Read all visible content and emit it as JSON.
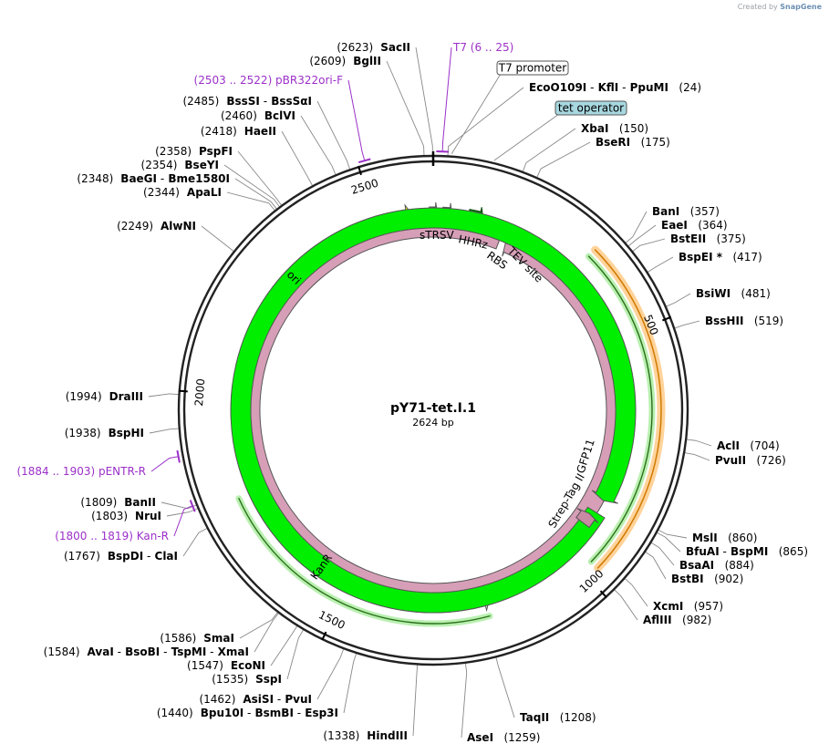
{
  "credit": {
    "prefix": "Created by",
    "brand": "SnapGene"
  },
  "plasmid": {
    "name": "pY71-tet.I.1",
    "length_label": "2624 bp",
    "length": 2624
  },
  "ticks": [
    {
      "label": "500",
      "pos": 500
    },
    {
      "label": "1000",
      "pos": 1000
    },
    {
      "label": "1500",
      "pos": 1500
    },
    {
      "label": "2000",
      "pos": 2000
    },
    {
      "label": "2500",
      "pos": 2500
    }
  ],
  "features": [
    {
      "id": "ori",
      "label": "ori",
      "start": 2240,
      "end": 2585,
      "dir": "cw",
      "color": "#ffff00",
      "stroke": "#555555"
    },
    {
      "id": "kanr",
      "label": "KanR",
      "start": 1800,
      "end": 1185,
      "dir": "ccw",
      "color": "#ccffcc",
      "stroke": "#555555"
    },
    {
      "id": "gfp-orf",
      "label": "",
      "start": 980,
      "end": 320,
      "dir": "ccw",
      "color": "#ffd98a",
      "stroke": "#ff9d00"
    },
    {
      "id": "strix",
      "label": "sTRSV",
      "start": 2616,
      "end": 10,
      "dir": "cw",
      "color": "#ffffff",
      "stroke": "#555555"
    },
    {
      "id": "hhrz",
      "label": "HHRz",
      "start": 20,
      "end": 40,
      "dir": "cw",
      "color": "#2d7f8f",
      "stroke": "#555555"
    },
    {
      "id": "rbs-arrow",
      "label": "",
      "start": 75,
      "end": 110,
      "dir": "cw",
      "color": "#107a10",
      "stroke": "#0a4d0a"
    },
    {
      "id": "rbs",
      "label": "RBS",
      "start": 135,
      "end": 142,
      "dir": "cw",
      "color": "#9a9a9a",
      "stroke": "#555555"
    },
    {
      "id": "tev",
      "label": "TEV site",
      "start": 155,
      "end": 170,
      "dir": "ccw",
      "color": "#d69fb7",
      "stroke": "#555555"
    },
    {
      "id": "gfp11",
      "label": "GFP11",
      "start": 890,
      "end": 860,
      "dir": "cw",
      "color": "#00ee00",
      "stroke": "#555555"
    },
    {
      "id": "strep",
      "label": "Strep-Tag II",
      "start": 925,
      "end": 900,
      "dir": "ccw",
      "color": "#c88aa3",
      "stroke": "#555555"
    }
  ],
  "enzymes": [
    {
      "pos": 2623,
      "text": [
        {
          "t": "(2623)"
        },
        {
          "t": "SacII",
          "b": true
        }
      ]
    },
    {
      "pos": 2609,
      "text": [
        {
          "t": "(2609)"
        },
        {
          "t": "BglII",
          "b": true
        }
      ]
    },
    {
      "pos": 24,
      "text": [
        {
          "t": "EcoO109I",
          "b": true
        },
        {
          "t": "-"
        },
        {
          "t": "KflI",
          "b": true
        },
        {
          "t": "-"
        },
        {
          "t": "PpuMI",
          "b": true
        },
        {
          "t": "(24)"
        }
      ]
    },
    {
      "pos": 150,
      "text": [
        {
          "t": "XbaI",
          "b": true
        },
        {
          "t": "(150)"
        }
      ]
    },
    {
      "pos": 175,
      "text": [
        {
          "t": "BseRI",
          "b": true
        },
        {
          "t": "(175)"
        }
      ]
    },
    {
      "pos": 357,
      "text": [
        {
          "t": "BanI",
          "b": true
        },
        {
          "t": "(357)"
        }
      ]
    },
    {
      "pos": 364,
      "text": [
        {
          "t": "EaeI",
          "b": true
        },
        {
          "t": "(364)"
        }
      ]
    },
    {
      "pos": 375,
      "text": [
        {
          "t": "BstEII",
          "b": true
        },
        {
          "t": "(375)"
        }
      ]
    },
    {
      "pos": 417,
      "text": [
        {
          "t": "BspEI",
          "b": true
        },
        {
          "t": "*",
          "b": true
        },
        {
          "t": "(417)"
        }
      ]
    },
    {
      "pos": 481,
      "text": [
        {
          "t": "BsiWI",
          "b": true
        },
        {
          "t": "(481)"
        }
      ]
    },
    {
      "pos": 519,
      "text": [
        {
          "t": "BssHII",
          "b": true
        },
        {
          "t": "(519)"
        }
      ]
    },
    {
      "pos": 704,
      "text": [
        {
          "t": "AclI",
          "b": true
        },
        {
          "t": "(704)"
        }
      ]
    },
    {
      "pos": 726,
      "text": [
        {
          "t": "PvuII",
          "b": true
        },
        {
          "t": "(726)"
        }
      ]
    },
    {
      "pos": 860,
      "text": [
        {
          "t": "MslI",
          "b": true
        },
        {
          "t": "(860)"
        }
      ]
    },
    {
      "pos": 865,
      "text": [
        {
          "t": "BfuAI",
          "b": true
        },
        {
          "t": "-"
        },
        {
          "t": "BspMI",
          "b": true
        },
        {
          "t": "(865)"
        }
      ]
    },
    {
      "pos": 884,
      "text": [
        {
          "t": "BsaAI",
          "b": true
        },
        {
          "t": "(884)"
        }
      ]
    },
    {
      "pos": 902,
      "text": [
        {
          "t": "BstBI",
          "b": true
        },
        {
          "t": "(902)"
        }
      ]
    },
    {
      "pos": 957,
      "text": [
        {
          "t": "XcmI",
          "b": true
        },
        {
          "t": "(957)"
        }
      ]
    },
    {
      "pos": 982,
      "text": [
        {
          "t": "AflIII",
          "b": true
        },
        {
          "t": "(982)"
        }
      ]
    },
    {
      "pos": 1208,
      "text": [
        {
          "t": "TaqII",
          "b": true
        },
        {
          "t": "(1208)"
        }
      ]
    },
    {
      "pos": 1259,
      "text": [
        {
          "t": "AseI",
          "b": true
        },
        {
          "t": "(1259)"
        }
      ]
    },
    {
      "pos": 1338,
      "text": [
        {
          "t": "(1338)"
        },
        {
          "t": "HindIII",
          "b": true
        }
      ]
    },
    {
      "pos": 1440,
      "text": [
        {
          "t": "(1440)"
        },
        {
          "t": "Bpu10I",
          "b": true
        },
        {
          "t": "-"
        },
        {
          "t": "BsmBI",
          "b": true
        },
        {
          "t": "-"
        },
        {
          "t": "Esp3I",
          "b": true
        }
      ]
    },
    {
      "pos": 1462,
      "text": [
        {
          "t": "(1462)"
        },
        {
          "t": "AsiSI",
          "b": true
        },
        {
          "t": "-"
        },
        {
          "t": "PvuI",
          "b": true
        }
      ]
    },
    {
      "pos": 1535,
      "text": [
        {
          "t": "(1535)"
        },
        {
          "t": "SspI",
          "b": true
        }
      ]
    },
    {
      "pos": 1547,
      "text": [
        {
          "t": "(1547)"
        },
        {
          "t": "EcoNI",
          "b": true
        }
      ]
    },
    {
      "pos": 1584,
      "text": [
        {
          "t": "(1584)"
        },
        {
          "t": "AvaI",
          "b": true
        },
        {
          "t": "-"
        },
        {
          "t": "BsoBI",
          "b": true
        },
        {
          "t": "-"
        },
        {
          "t": "TspMI",
          "b": true
        },
        {
          "t": "-"
        },
        {
          "t": "XmaI",
          "b": true
        }
      ]
    },
    {
      "pos": 1586,
      "text": [
        {
          "t": "(1586)"
        },
        {
          "t": "SmaI",
          "b": true
        }
      ]
    },
    {
      "pos": 1767,
      "text": [
        {
          "t": "(1767)"
        },
        {
          "t": "BspDI",
          "b": true
        },
        {
          "t": "-"
        },
        {
          "t": "ClaI",
          "b": true
        }
      ]
    },
    {
      "pos": 1803,
      "text": [
        {
          "t": "(1803)"
        },
        {
          "t": "NruI",
          "b": true
        }
      ]
    },
    {
      "pos": 1809,
      "text": [
        {
          "t": "(1809)"
        },
        {
          "t": "BanII",
          "b": true
        }
      ]
    },
    {
      "pos": 1938,
      "text": [
        {
          "t": "(1938)"
        },
        {
          "t": "BspHI",
          "b": true
        }
      ]
    },
    {
      "pos": 1994,
      "text": [
        {
          "t": "(1994)"
        },
        {
          "t": "DraIII",
          "b": true
        }
      ]
    },
    {
      "pos": 2249,
      "text": [
        {
          "t": "(2249)"
        },
        {
          "t": "AlwNI",
          "b": true
        }
      ]
    },
    {
      "pos": 2344,
      "text": [
        {
          "t": "(2344)"
        },
        {
          "t": "ApaLI",
          "b": true
        }
      ]
    },
    {
      "pos": 2348,
      "text": [
        {
          "t": "(2348)"
        },
        {
          "t": "BaeGI",
          "b": true
        },
        {
          "t": "-"
        },
        {
          "t": "Bme1580I",
          "b": true
        }
      ]
    },
    {
      "pos": 2354,
      "text": [
        {
          "t": "(2354)"
        },
        {
          "t": "BseYI",
          "b": true
        }
      ]
    },
    {
      "pos": 2358,
      "text": [
        {
          "t": "(2358)"
        },
        {
          "t": "PspFI",
          "b": true
        }
      ]
    },
    {
      "pos": 2418,
      "text": [
        {
          "t": "(2418)"
        },
        {
          "t": "HaeII",
          "b": true
        }
      ]
    },
    {
      "pos": 2460,
      "text": [
        {
          "t": "(2460)"
        },
        {
          "t": "BclVI",
          "b": true
        }
      ]
    },
    {
      "pos": 2485,
      "text": [
        {
          "t": "(2485)"
        },
        {
          "t": "BssSI",
          "b": true
        },
        {
          "t": "-"
        },
        {
          "t": "BssSαI",
          "b": true
        }
      ]
    }
  ],
  "primers": [
    {
      "pos": 2512,
      "label": "(2503 .. 2522)  pBR322ori-F"
    },
    {
      "pos": 15,
      "label": "T7    (6 .. 25)"
    },
    {
      "pos": 1893,
      "label": "(1884 .. 1903)  pENTR-R"
    },
    {
      "pos": 1810,
      "label": "(1800 .. 1819)  Kan-R"
    }
  ],
  "boxed": [
    {
      "pos": 30,
      "label": "T7 promoter",
      "fill": "#ffffff",
      "stroke": "#555555"
    },
    {
      "pos": 100,
      "label": "tet operator",
      "fill": "#a8d8e0",
      "stroke": "#555555"
    }
  ]
}
